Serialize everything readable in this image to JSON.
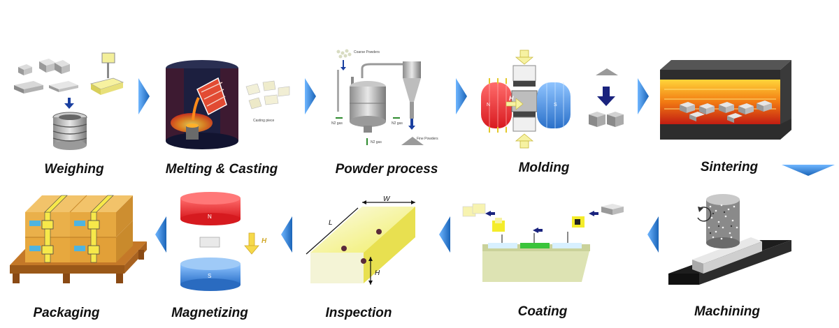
{
  "process": {
    "steps_top": [
      {
        "id": "weighing",
        "label": "Weighing"
      },
      {
        "id": "melting",
        "label": "Melting & Casting"
      },
      {
        "id": "powder",
        "label": "Powder process"
      },
      {
        "id": "molding",
        "label": "Molding"
      },
      {
        "id": "sintering",
        "label": "Sintering"
      }
    ],
    "steps_bottom": [
      {
        "id": "packaging",
        "label": "Packaging"
      },
      {
        "id": "magnetizing",
        "label": "Magnetizing"
      },
      {
        "id": "inspection",
        "label": "Inspection"
      },
      {
        "id": "coating",
        "label": "Coating"
      },
      {
        "id": "machining",
        "label": "Machining"
      }
    ]
  },
  "annotations": {
    "casting_piece": "Casting piece",
    "coarse_powders": "Coarse Powders",
    "fine_powders": "Fine Powders",
    "gas1": "N2 gas",
    "gas2": "N2 gas",
    "gas3": "N2 gas",
    "molding_n": "N",
    "molding_h": "H",
    "molding_s": "S",
    "mag_n": "N",
    "mag_s": "S",
    "mag_h": "H",
    "insp_w": "W",
    "insp_l": "L",
    "insp_h": "H"
  },
  "colors": {
    "arrow_blue": "#1f74c7",
    "magnet_red": "#e8242a",
    "magnet_blue": "#2f7fd6",
    "flame_orange": "#f07b12",
    "box_tan": "#e7a83e",
    "pallet_brown": "#b86a1f"
  }
}
